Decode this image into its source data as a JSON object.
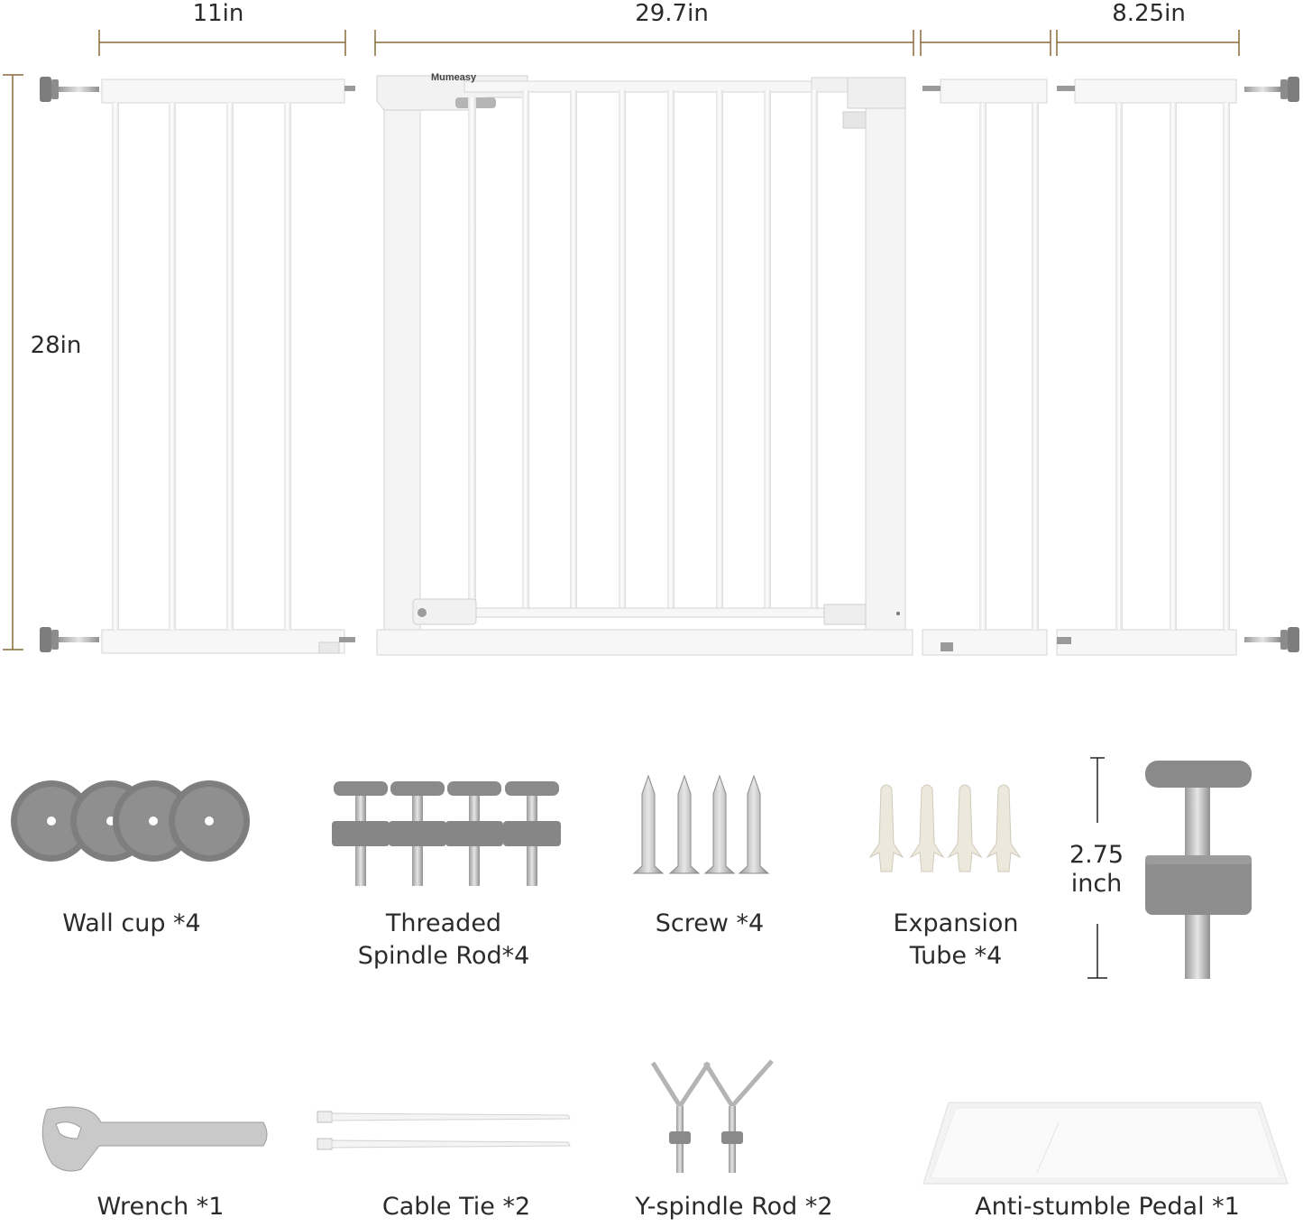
{
  "dimensions": {
    "width_a": "11in",
    "width_gate": "29.7in",
    "width_b": "8.25in",
    "height": "28in"
  },
  "brand": "Mumeasy",
  "parts": [
    {
      "label_lines": [
        "Wall cup *4"
      ]
    },
    {
      "label_lines": [
        "Threaded",
        "Spindle Rod*4"
      ]
    },
    {
      "label_lines": [
        "Screw *4"
      ]
    },
    {
      "label_lines": [
        "Expansion",
        "Tube *4"
      ]
    },
    {
      "label_lines": [
        "Wrench *1"
      ]
    },
    {
      "label_lines": [
        "Cable Tie *2"
      ]
    },
    {
      "label_lines": [
        "Y-spindle Rod *2"
      ]
    },
    {
      "label_lines": [
        "Anti-stumble Pedal *1"
      ]
    }
  ],
  "spindle_length": {
    "line1": "2.75",
    "line2": "inch"
  },
  "colors": {
    "dimension_line": "#8a6a3a",
    "gate_white": "#f7f7f7",
    "gate_edge": "#d6d6d6",
    "part_gray": "#8c8c8c",
    "metal": "#b9b9b9"
  }
}
